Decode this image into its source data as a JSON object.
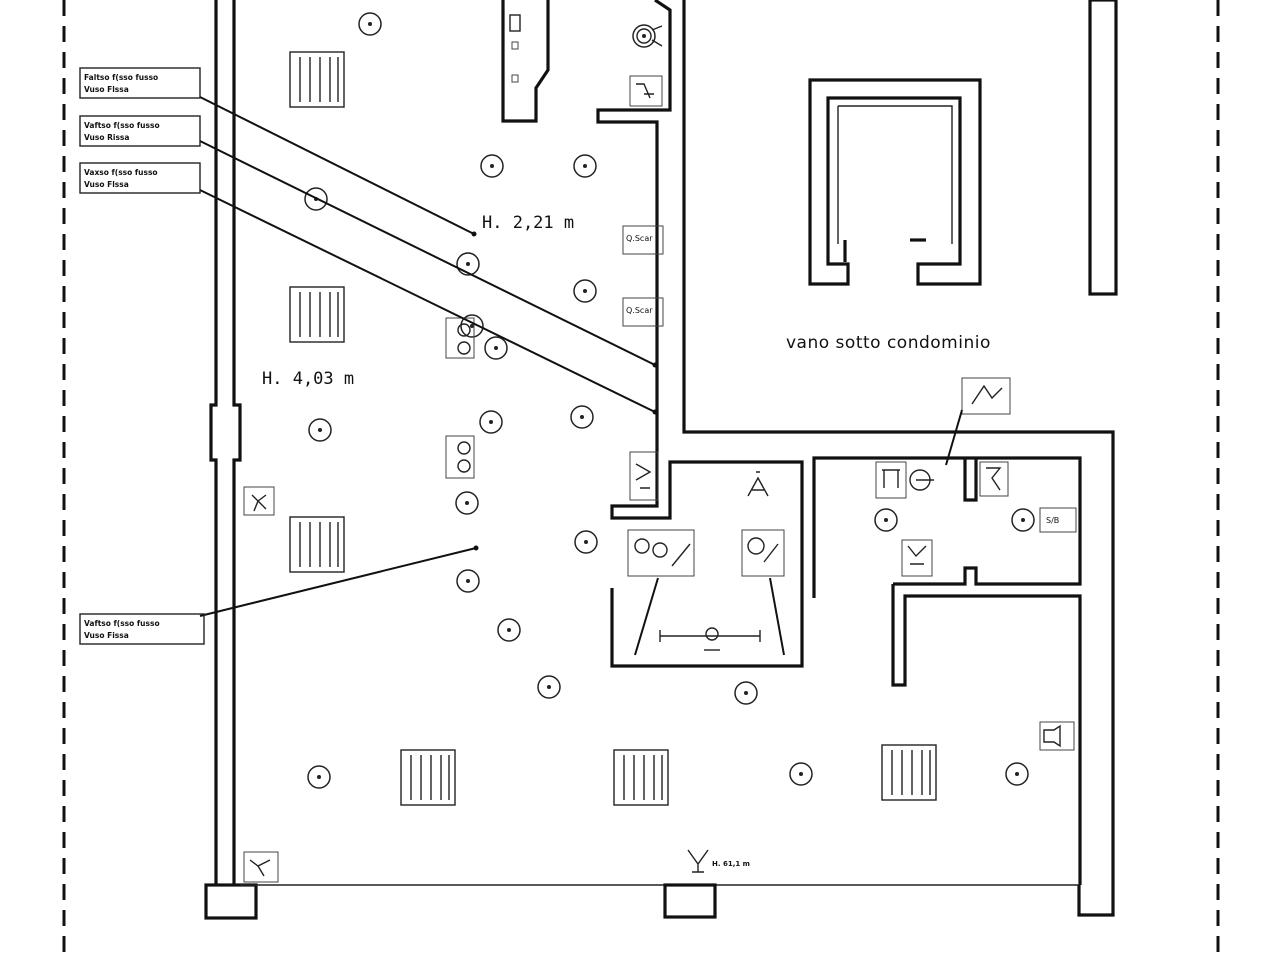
{
  "labels": {
    "note_1": [
      "Faltso  f(sso fusso",
      "Vuso  Flssa"
    ],
    "note_2": [
      "Vaftso  f(sso fusso",
      "Vuso  Rissa"
    ],
    "note_3": [
      "Vaxso  f(sso fusso",
      "Vuso  Flssa"
    ],
    "note_4": [
      "Vaftso  f(sso fusso",
      "Vuso  Fissa"
    ]
  },
  "heights": {
    "upper": "H.  2,21  m",
    "lower": "H.  4,03  m",
    "bottom_fixture": "H. 61,1 m"
  },
  "rooms": {
    "stair_area": "vano  sotto  condominio"
  },
  "fixture_tags": {
    "tag_a": "Q.Scar",
    "tag_b": "Q.Scar",
    "tag_c": "S/B"
  }
}
